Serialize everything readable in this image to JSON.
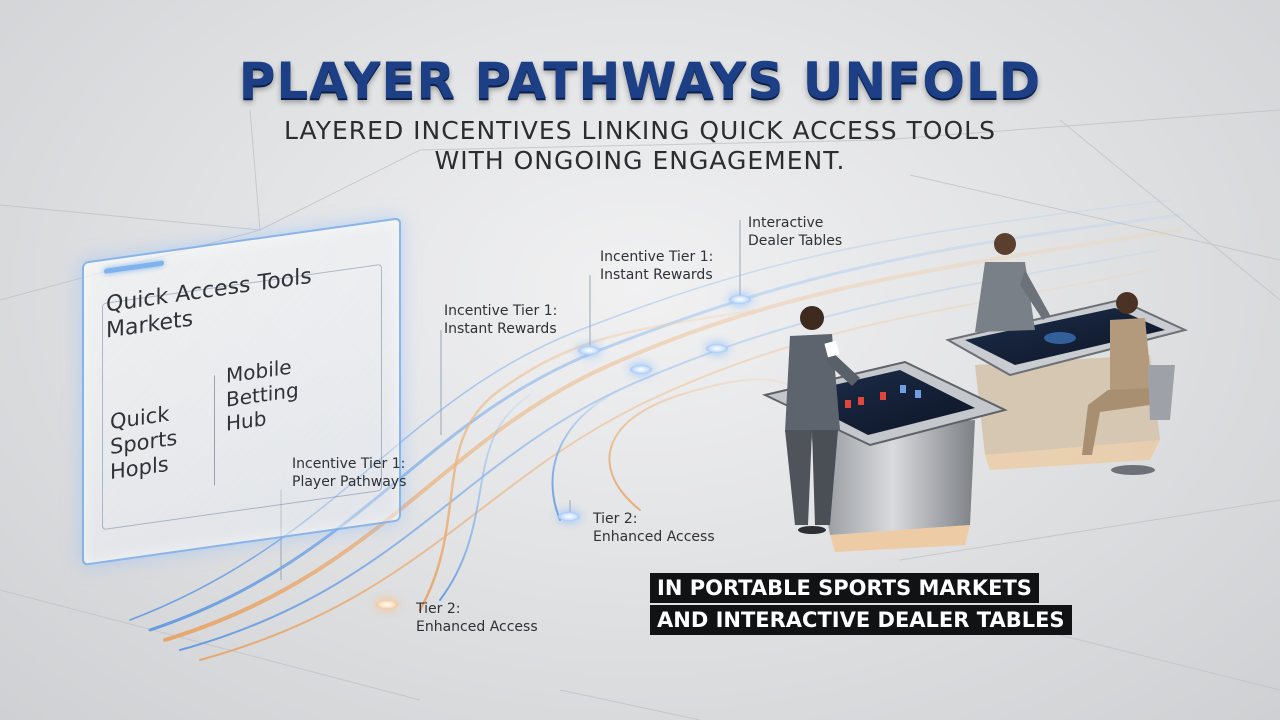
{
  "title": "PLAYER PATHWAYS UNFOLD",
  "subtitle": {
    "line1": "LAYERED INCENTIVES LINKING QUICK ACCESS TOOLS",
    "line2": "WITH ONGOING ENGAGEMENT."
  },
  "panel": {
    "heading_line1": "Quick Access Tools",
    "heading_line2": "Markets",
    "left_line1": "Quick",
    "left_line2": "Sports",
    "left_line3": "Hopls",
    "right_line1": "Mobile",
    "right_line2": "Betting",
    "right_line3": "Hub"
  },
  "labels": {
    "interactive_line1": "Interactive",
    "interactive_line2": "Dealer Tables",
    "tier1_top_line1": "Incentive Tier 1:",
    "tier1_top_line2": "Instant Rewards",
    "tier1_mid_line1": "Incentive Tier 1:",
    "tier1_mid_line2": "Instant Rewards",
    "tier1_low_line1": "Incentive Tier 1:",
    "tier1_low_line2": "Player Pathways",
    "tier2_right_line1": "Tier 2:",
    "tier2_right_line2": "Enhanced Access",
    "tier2_bottom_line1": "Tier 2:",
    "tier2_bottom_line2": "Enhanced Access"
  },
  "banner": {
    "line1": "IN PORTABLE SPORTS MARKETS",
    "line2": "AND INTERACTIVE DEALER TABLES"
  },
  "colors": {
    "title": "#1c3f86",
    "flow_blue": "#6fa6e6",
    "flow_warm": "#e2a56a",
    "banner_bg": "#111214"
  }
}
